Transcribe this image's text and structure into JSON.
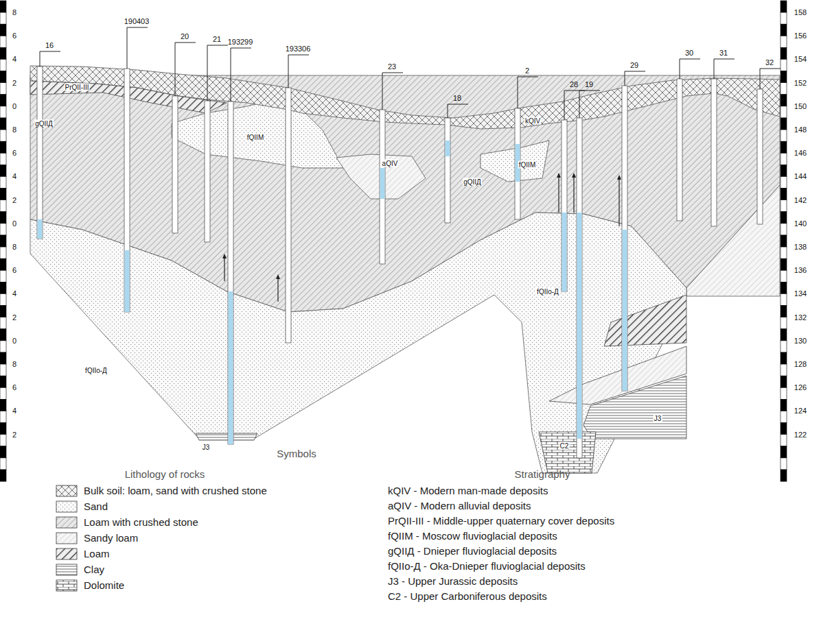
{
  "diagram": {
    "labels": [
      "8",
      "6",
      "4",
      "2",
      "0",
      "8",
      "6",
      "4",
      "2",
      "0",
      "8",
      "6",
      "4",
      "2",
      "0",
      "8",
      "6",
      "4",
      "2",
      "158",
      "156",
      "154",
      "152",
      "150",
      "148",
      "146",
      "144",
      "142",
      "140",
      "138",
      "136",
      "134",
      "132",
      "130",
      "128",
      "126",
      "124",
      "122",
      "16",
      "190403",
      "20",
      "21",
      "193299",
      "193306",
      "23",
      "18",
      "2",
      "28",
      "19",
      "29",
      "30",
      "31",
      "32",
      "PrQII-III",
      "gQIIД",
      "fQIIМ",
      "aQIV",
      "gQIIД",
      "kQIV",
      "fQIIМ",
      "fQIIо-Д",
      "fQIIо-Д",
      "J3",
      "J3",
      "C2",
      "Symbols",
      "Lithology of rocks",
      "Stratigraphy"
    ],
    "legend": [
      {
        "text": "Bulk soil: loam, sand with crushed stone"
      },
      {
        "text": "Sand"
      },
      {
        "text": "Loam with crushed stone"
      },
      {
        "text": "Sandy loam"
      },
      {
        "text": "Loam"
      },
      {
        "text": "Clay"
      },
      {
        "text": "Dolomite"
      },
      {
        "text": "kQIV - Modern man-made deposits"
      },
      {
        "text": "aQIV - Modern alluvial deposits"
      },
      {
        "text": "PrQII-III - Middle-upper quaternary cover deposits"
      },
      {
        "text": "fQIIМ - Moscow fluvioglacial deposits"
      },
      {
        "text": "gQIIД - Dnieper fluvioglacial deposits"
      },
      {
        "text": "fQIIо-Д - Oka-Dnieper fluvioglacial deposits"
      },
      {
        "text": "J3 - Upper Jurassic deposits"
      },
      {
        "text": "C2 - Upper Carboniferous deposits"
      }
    ]
  }
}
